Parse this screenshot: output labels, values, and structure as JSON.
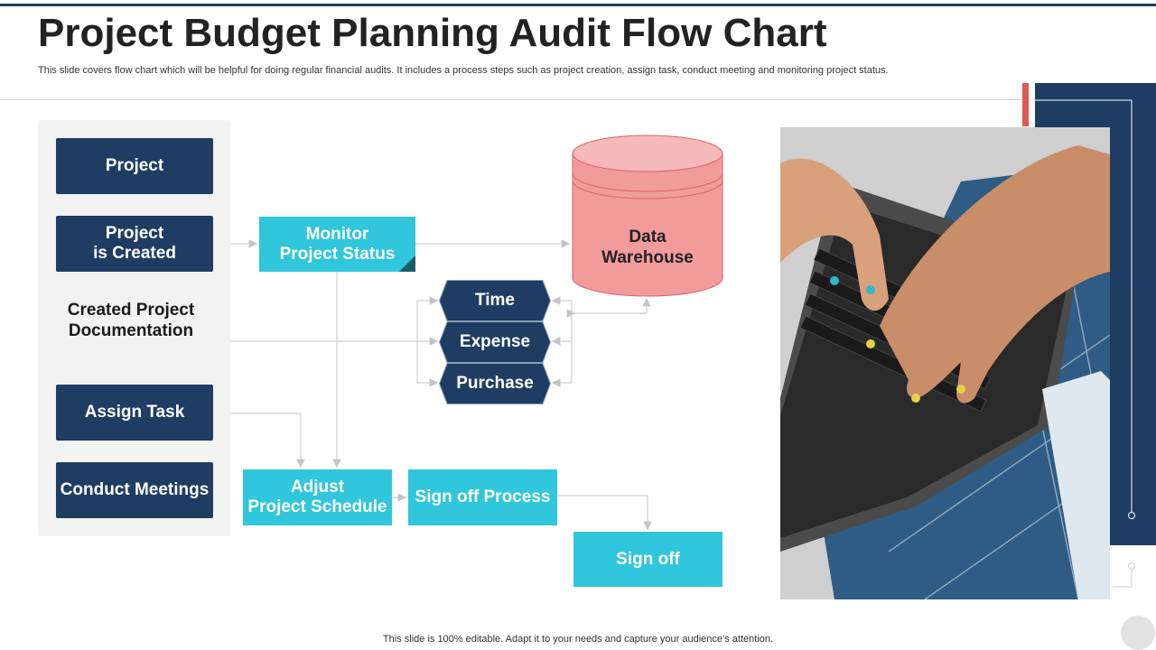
{
  "header": {
    "title": "Project Budget Planning Audit Flow Chart",
    "subtitle": "This slide covers flow chart which will be helpful for doing regular financial audits. It includes a process steps such as project creation, assign task, conduct meeting and monitoring project status."
  },
  "left_steps": {
    "project": "Project",
    "project_created_line1": "Project",
    "project_created_line2": "is Created",
    "documentation_line1": "Created Project",
    "documentation_line2": "Documentation",
    "assign_task": "Assign Task",
    "conduct_meetings": "Conduct Meetings"
  },
  "flow": {
    "monitor_line1": "Monitor",
    "monitor_line2": "Project Status",
    "data_warehouse_line1": "Data",
    "data_warehouse_line2": "Warehouse",
    "time": "Time",
    "expense": "Expense",
    "purchase": "Purchase",
    "adjust_line1": "Adjust",
    "adjust_line2": "Project Schedule",
    "sign_off_process": "Sign off Process",
    "sign_off": "Sign off"
  },
  "footer": {
    "note": "This slide is 100% editable. Adapt it to your needs and capture your audience’s attention."
  },
  "colors": {
    "navy": "#1f3d63",
    "cyan": "#30c6dc",
    "salmon": "#f29b9b",
    "accent_red": "#e05757"
  }
}
